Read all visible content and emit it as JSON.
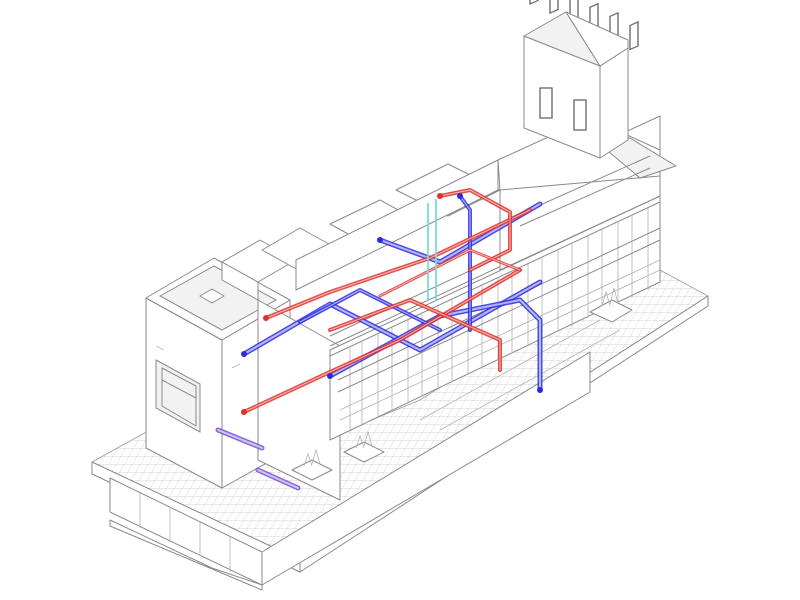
{
  "figure": {
    "kind": "isometric building mechanical systems model",
    "systems": [
      {
        "id": "supply",
        "color": "#2b2be0"
      },
      {
        "id": "return",
        "color": "#e0302b"
      },
      {
        "id": "exhaust",
        "color": "#7a4fd0"
      },
      {
        "id": "riser",
        "color": "#2fc7d8"
      }
    ],
    "building_line_color": "#8a8a8a",
    "ground_hatch_color": "#b0b0b0"
  }
}
